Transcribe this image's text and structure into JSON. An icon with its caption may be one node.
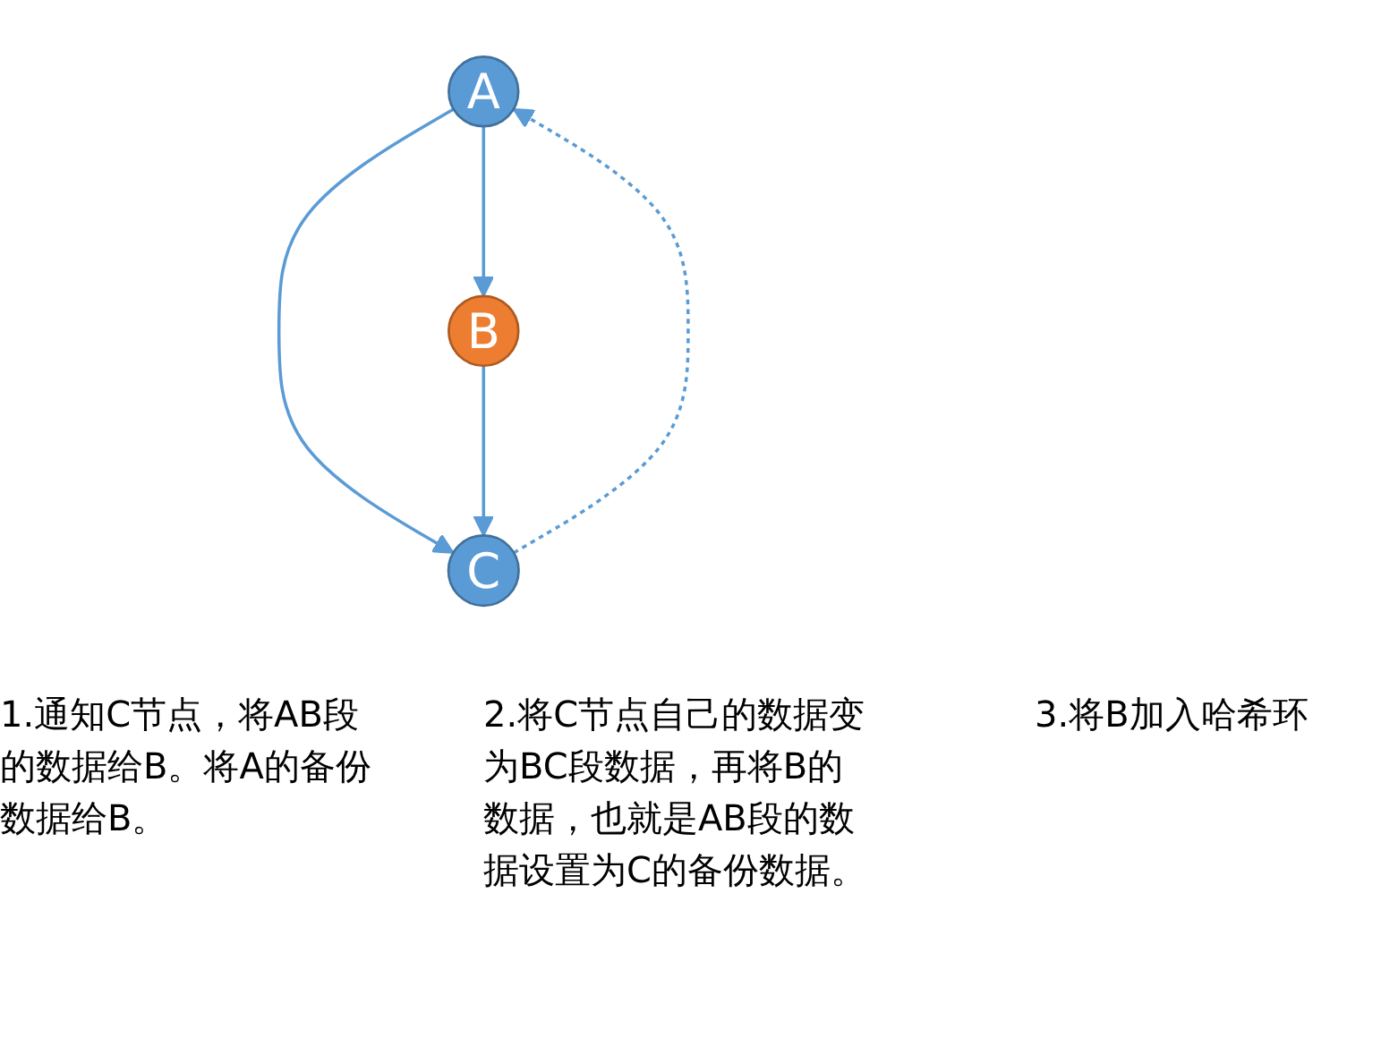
{
  "diagram": {
    "nodes": [
      {
        "text": [
          "A"
        ]
      },
      {
        "text": [
          "B"
        ]
      },
      {
        "text": [
          "C"
        ]
      }
    ],
    "edges": [
      {
        "from": 0,
        "to": 2,
        "arrow": "to"
      },
      {
        "from": 2,
        "to": 0,
        "arrow": "to",
        "style": "dashed"
      },
      {
        "from": 0,
        "to": 1,
        "arrow": "to"
      },
      {
        "from": 1,
        "to": 2,
        "arrow": "to"
      }
    ],
    "labels": [
      "1.通知C节点，将AB段的数据给B。将A的备份数据给B。",
      "2.将C节点自己的数据变为BC段数据，再将B的数据，也就是AB段的数据设置为C的备份数据。",
      "3.将B加入哈希环"
    ]
  }
}
